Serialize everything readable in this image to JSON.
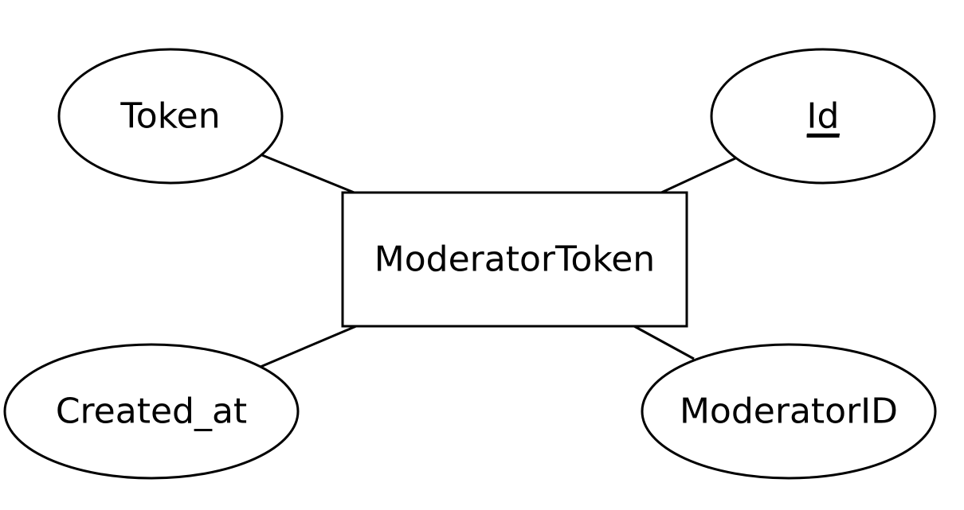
{
  "diagram": {
    "type": "er-diagram",
    "entity": {
      "name": "ModeratorToken"
    },
    "attributes": [
      {
        "id": "token",
        "label": "Token",
        "is_key": false
      },
      {
        "id": "id",
        "label": "Id",
        "is_key": true
      },
      {
        "id": "created-at",
        "label": "Created_at",
        "is_key": false
      },
      {
        "id": "moderator-id",
        "label": "ModeratorID",
        "is_key": false
      }
    ],
    "colors": {
      "stroke": "#000000",
      "fill": "#ffffff",
      "text": "#000000"
    }
  }
}
